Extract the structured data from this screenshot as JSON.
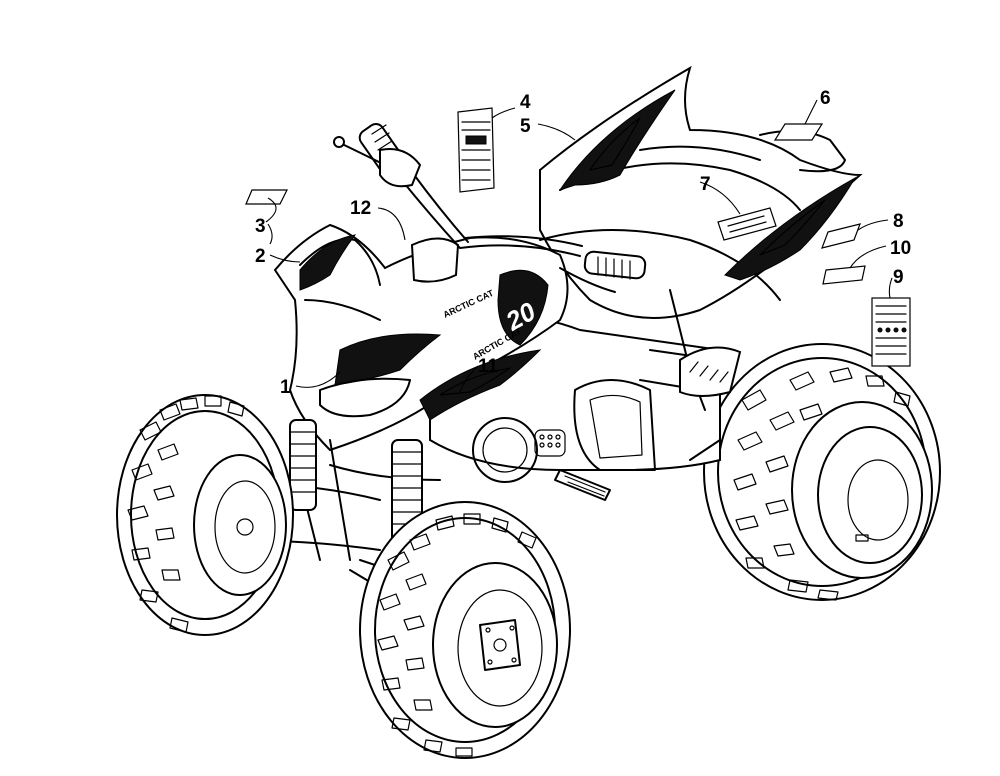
{
  "callouts": [
    {
      "id": "1",
      "label": "1"
    },
    {
      "id": "2",
      "label": "2"
    },
    {
      "id": "3",
      "label": "3"
    },
    {
      "id": "4",
      "label": "4"
    },
    {
      "id": "5",
      "label": "5"
    },
    {
      "id": "6",
      "label": "6"
    },
    {
      "id": "7",
      "label": "7"
    },
    {
      "id": "8",
      "label": "8"
    },
    {
      "id": "9",
      "label": "9"
    },
    {
      "id": "10",
      "label": "10"
    },
    {
      "id": "11",
      "label": "11"
    },
    {
      "id": "12",
      "label": "12"
    }
  ],
  "decals": {
    "brand": "ARCTIC CAT",
    "number": "20"
  }
}
